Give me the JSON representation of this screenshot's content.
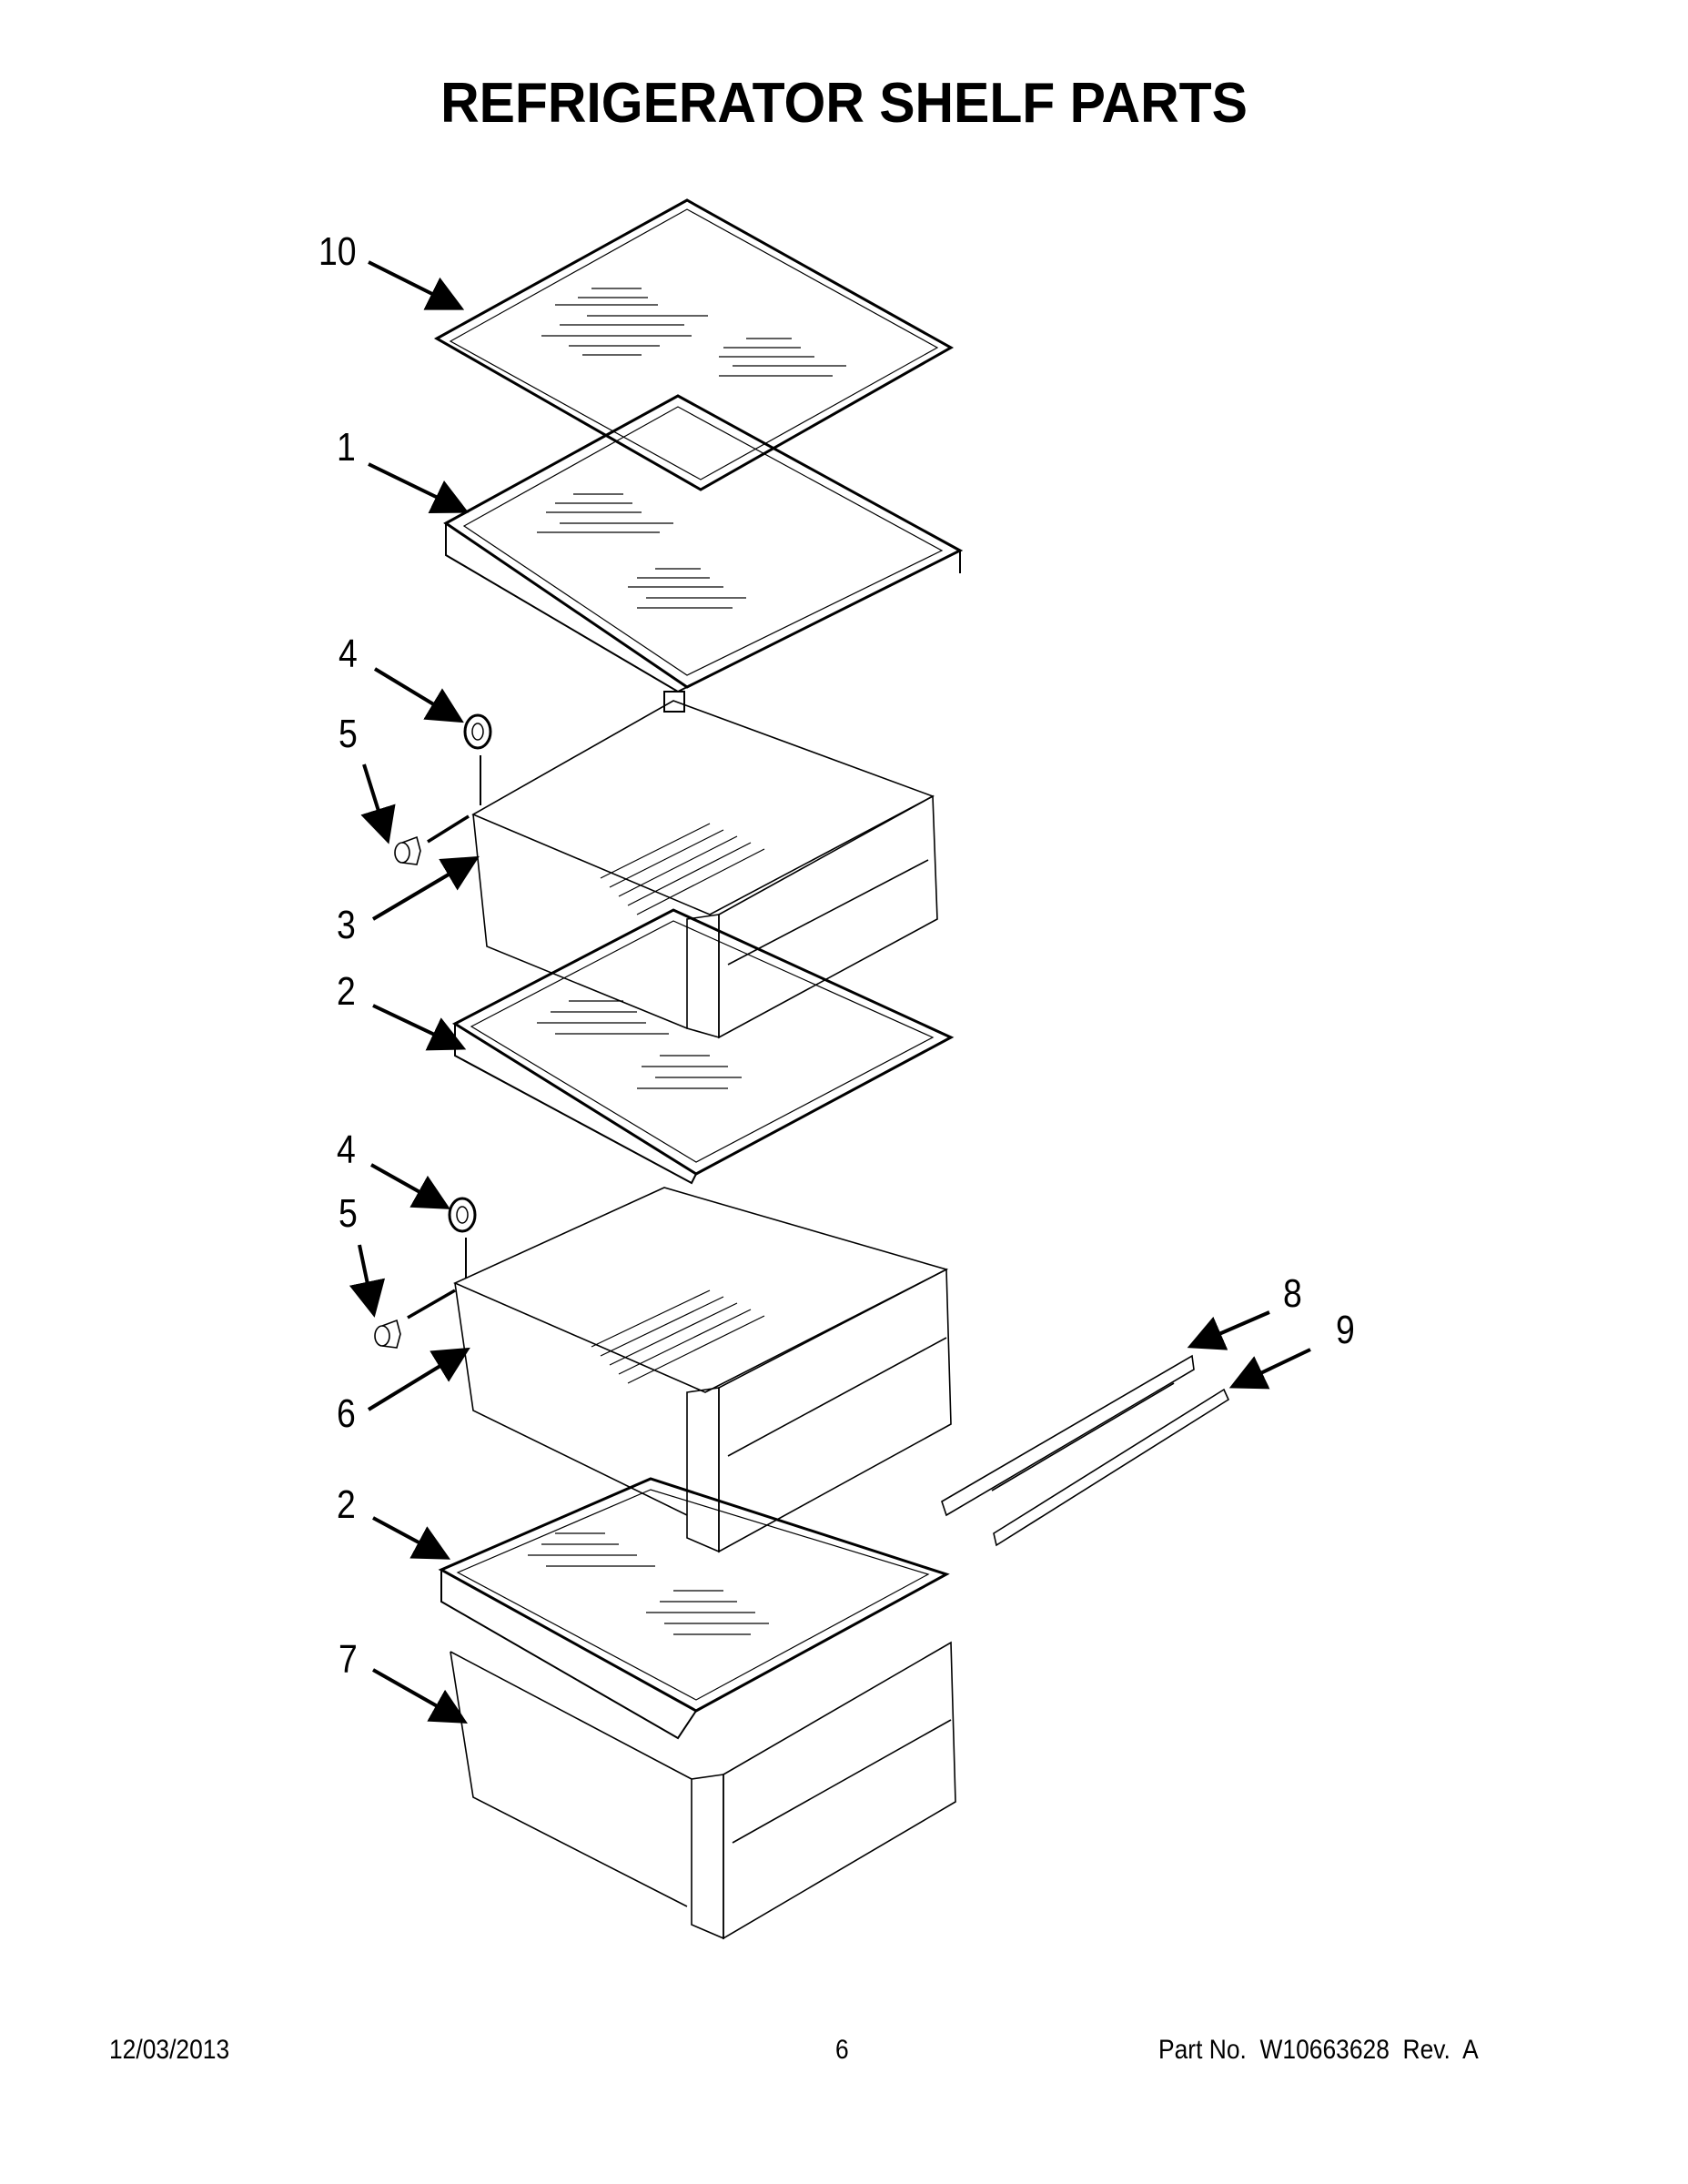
{
  "title": "REFRIGERATOR SHELF PARTS",
  "callouts": [
    {
      "id": "c10",
      "label": "10",
      "part": "shelf-frame-top"
    },
    {
      "id": "c1",
      "label": "1",
      "part": "upper-shelf"
    },
    {
      "id": "c4a",
      "label": "4",
      "part": "wheel"
    },
    {
      "id": "c5a",
      "label": "5",
      "part": "axle-pin"
    },
    {
      "id": "c3",
      "label": "3",
      "part": "upper-crisper-drawer"
    },
    {
      "id": "c2a",
      "label": "2",
      "part": "middle-shelf"
    },
    {
      "id": "c4b",
      "label": "4",
      "part": "wheel"
    },
    {
      "id": "c5b",
      "label": "5",
      "part": "axle-pin"
    },
    {
      "id": "c6",
      "label": "6",
      "part": "middle-crisper-drawer"
    },
    {
      "id": "c2b",
      "label": "2",
      "part": "lower-shelf"
    },
    {
      "id": "c7",
      "label": "7",
      "part": "bottom-drawer"
    },
    {
      "id": "c8",
      "label": "8",
      "part": "drawer-slide-rail"
    },
    {
      "id": "c9",
      "label": "9",
      "part": "slide-rail-cover"
    }
  ],
  "footer": {
    "date": "12/03/2013",
    "page": "6",
    "part_no": "Part No.  W10663628  Rev.  A"
  }
}
